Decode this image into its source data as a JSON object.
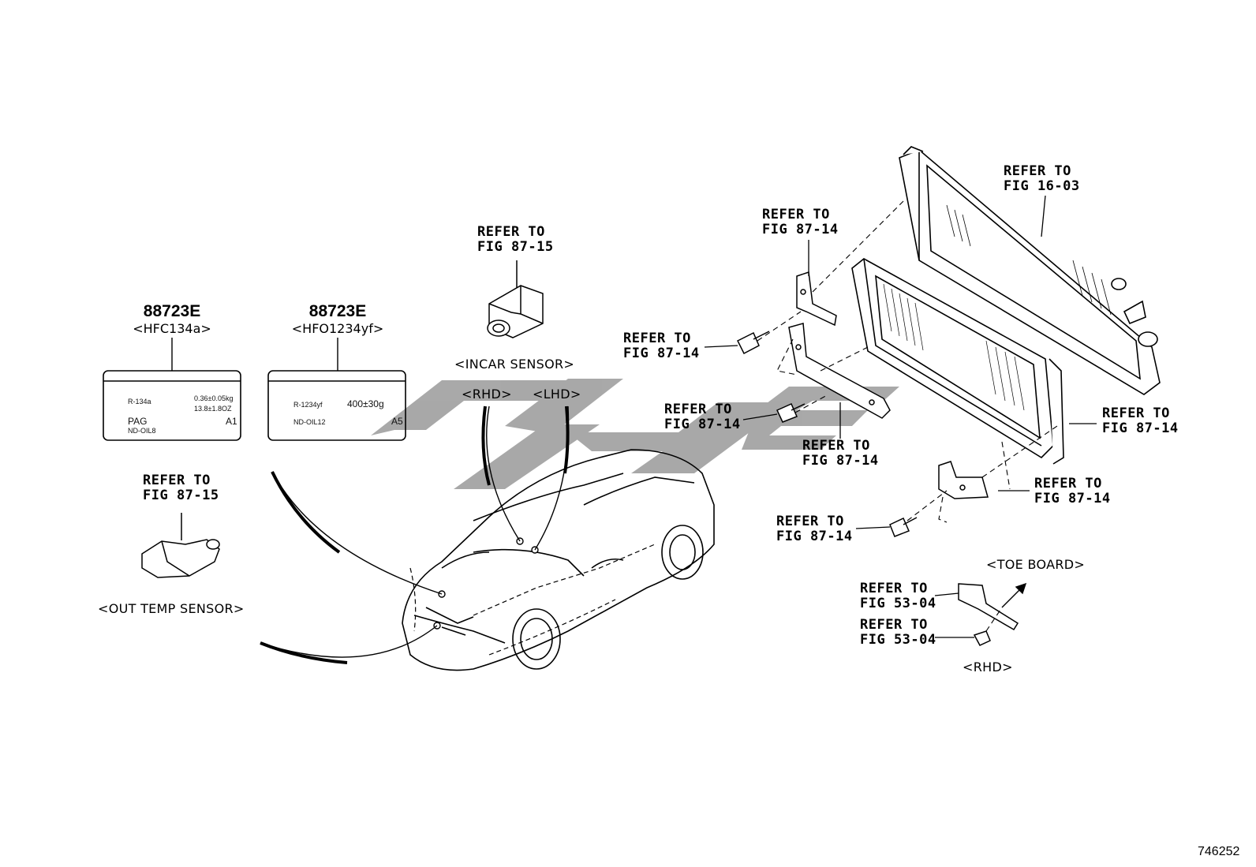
{
  "labels": {
    "left": {
      "part_no": "88723E",
      "gas": "<HFC134a>",
      "row1_left": "R-134a",
      "row1_right": "0.36±0.05kg",
      "row2_right": "13.8±1.8OZ",
      "row3_left": "PAG",
      "row3_right": "A1",
      "row4_left": "ND-OIL8"
    },
    "right": {
      "part_no": "88723E",
      "gas": "<HFO1234yf>",
      "row1_left": "R-1234yf",
      "row1_right": "400±30g",
      "row2_left": "ND-OIL12",
      "row2_right": "A5"
    }
  },
  "refs": {
    "incar_sensor": [
      "REFER TO",
      "FIG 87-15"
    ],
    "out_temp_sensor": [
      "REFER TO",
      "FIG 87-15"
    ],
    "radiator": [
      "REFER TO",
      "FIG 16-03"
    ],
    "upper_bracket": [
      "REFER TO",
      "FIG 87-14"
    ],
    "upper_bolt": [
      "REFER TO",
      "FIG 87-14"
    ],
    "mid_bolt": [
      "REFER TO",
      "FIG 87-14"
    ],
    "mid_bracket": [
      "REFER TO",
      "FIG 87-14"
    ],
    "condenser": [
      "REFER TO",
      "FIG 87-14"
    ],
    "lower_bracket": [
      "REFER TO",
      "FIG 87-14"
    ],
    "lower_bolt": [
      "REFER TO",
      "FIG 87-14"
    ],
    "toe_board_plate": [
      "REFER TO",
      "FIG 53-04"
    ],
    "toe_board_nut": [
      "REFER TO",
      "FIG 53-04"
    ]
  },
  "captions": {
    "incar_sensor": "<INCAR SENSOR>",
    "rhd": "<RHD>",
    "lhd": "<LHD>",
    "out_temp_sensor": "<OUT TEMP SENSOR>",
    "toe_board": "<TOE BOARD>",
    "toe_board_rhd": "<RHD>"
  },
  "figure_number": "746252",
  "colors": {
    "ink": "#000000",
    "watermark": "#9a9a9a"
  }
}
